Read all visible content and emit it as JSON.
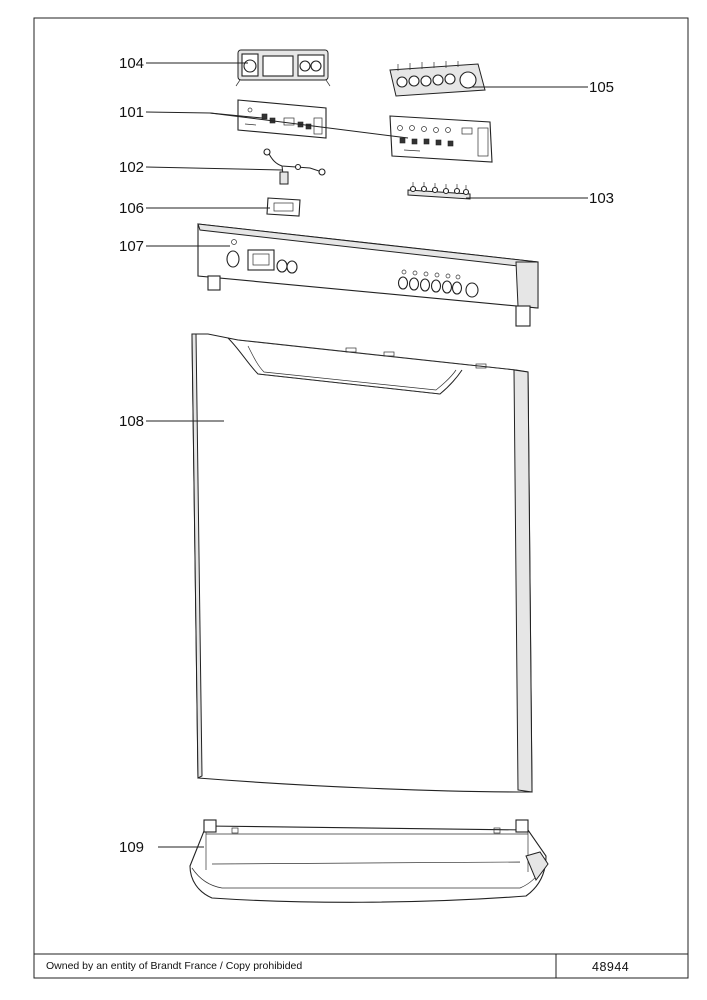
{
  "labels": {
    "p101": "101",
    "p102": "102",
    "p103": "103",
    "p104": "104",
    "p105": "105",
    "p106": "106",
    "p107": "107",
    "p108": "108",
    "p109": "109"
  },
  "footer": {
    "ownership": "Owned by an entity of Brandt France / Copy prohibided",
    "document_number": "48944"
  }
}
